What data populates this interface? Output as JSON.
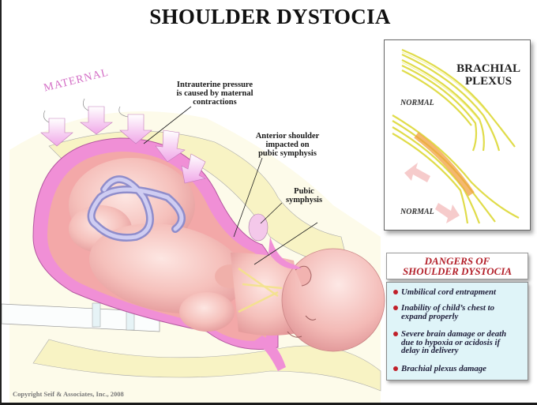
{
  "title": "SHOULDER DYSTOCIA",
  "labels": {
    "maternal": "MATERNAL",
    "intrauterine_pressure": [
      "Intrauterine pressure",
      "is caused by maternal",
      "contractions"
    ],
    "anterior_shoulder": [
      "Anterior shoulder",
      "impacted on",
      "pubic symphysis"
    ],
    "pubic_symphysis": [
      "Pubic",
      "symphysis"
    ]
  },
  "brachial_plexus_panel": {
    "title": [
      "BRACHIAL",
      "PLEXUS"
    ],
    "top_label": "NORMAL",
    "bottom_label": "NORMAL"
  },
  "dangers": {
    "heading": [
      "DANGERS OF",
      "SHOULDER DYSTOCIA"
    ],
    "items": [
      {
        "lines": [
          "Umbilical cord entrapment"
        ]
      },
      {
        "lines": [
          "Inability of child’s chest to",
          "expand properly"
        ]
      },
      {
        "lines": [
          "Severe brain damage or death",
          "due to hypoxia or acidosis if",
          "delay in delivery"
        ]
      },
      {
        "lines": [
          "Brachial plexus damage"
        ]
      }
    ]
  },
  "copyright": "Copyright Seif & Associates, Inc., 2008",
  "colors": {
    "uterus_wall": "#f08fd6",
    "amniotic": "#f6b7b0",
    "fetus_skin": "#f7c8c4",
    "cord": "#b9b8e6",
    "pelvis_yellow": "#f8f3c4",
    "nerve_yellow": "#e8e85a",
    "nerve_injured": "#f0a040",
    "danger_red": "#b3202a",
    "danger_box_bg": "#dff4f8"
  }
}
